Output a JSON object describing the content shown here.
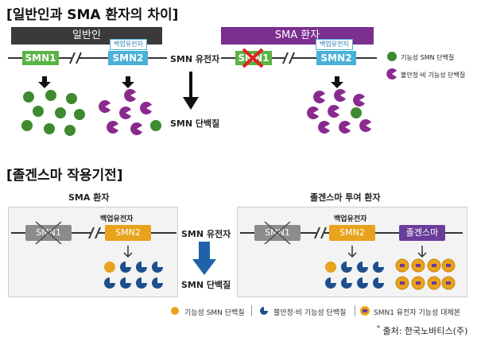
{
  "top": {
    "title": "[일반인과 SMA 환자의 차이]",
    "normal_header": "일반인",
    "sma_header": "SMA 환자",
    "backup_gene_tag": "백업유전자",
    "gene1": "SMN1",
    "gene2": "SMN2",
    "smn_gene_label": "SMN 유전자",
    "smn_protein_label": "SMN 단백질",
    "legend": [
      {
        "label": "기능성 SMN 단백질",
        "color": "#3e8a2e"
      },
      {
        "label": "불안정·비 기능성 단백질",
        "color": "#8a2a8e"
      }
    ]
  },
  "bottom": {
    "title": "[졸겐스마 작용기전]",
    "left_panel_title": "SMA 환자",
    "right_panel_title": "졸겐스마 투여 환자",
    "backup_gene_tag": "백업유전자",
    "gene1": "SMN1",
    "gene2": "SMN2",
    "zolgensma": "졸겐스마",
    "smn_gene_label": "SMN 유전자",
    "smn_protein_label": "SMN 단백질",
    "legend": [
      {
        "label": "기능성 SMN 단백질",
        "color": "#e8a21c"
      },
      {
        "label": "불안정·비 기능성 단백질",
        "color": "#1e4f8c"
      },
      {
        "label": "SMN1 유전자 기능성 대체본",
        "color": "#e8a21c"
      }
    ]
  },
  "source": "출처: 한국노바티스(주)",
  "colors": {
    "normal_header": "#3a3a3a",
    "sma_header": "#7b2f8f",
    "smn1_green": "#5cb246",
    "smn2_blue": "#4ab0d8",
    "functional_green": "#3e8a2e",
    "nonfunctional_purple": "#8a2a8e",
    "orange": "#e8a21c",
    "navy": "#1e4f8c",
    "gray_gene": "#8c8c8c",
    "zolgensma_purple": "#6a3d9a",
    "arrow_blue": "#1f62a8",
    "cross_red": "#e02020"
  }
}
